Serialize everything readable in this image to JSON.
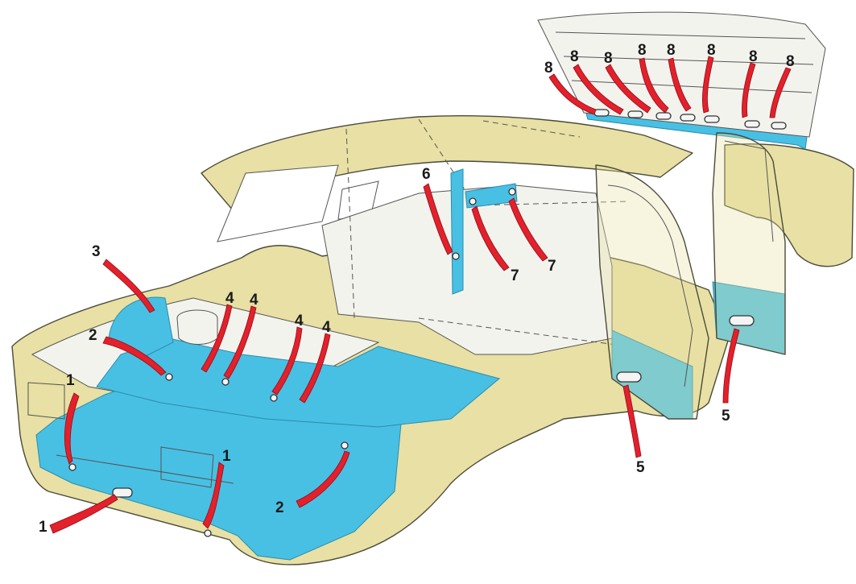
{
  "callouts": [
    {
      "id": "1a",
      "label": "1"
    },
    {
      "id": "1b",
      "label": "1"
    },
    {
      "id": "1c",
      "label": "1"
    },
    {
      "id": "2a",
      "label": "2"
    },
    {
      "id": "2b",
      "label": "2"
    },
    {
      "id": "3",
      "label": "3"
    },
    {
      "id": "4a",
      "label": "4"
    },
    {
      "id": "4b",
      "label": "4"
    },
    {
      "id": "4c",
      "label": "4"
    },
    {
      "id": "4d",
      "label": "4"
    },
    {
      "id": "5a",
      "label": "5"
    },
    {
      "id": "5b",
      "label": "5"
    },
    {
      "id": "6",
      "label": "6"
    },
    {
      "id": "7a",
      "label": "7"
    },
    {
      "id": "7b",
      "label": "7"
    },
    {
      "id": "8a",
      "label": "8"
    },
    {
      "id": "8b",
      "label": "8"
    },
    {
      "id": "8c",
      "label": "8"
    },
    {
      "id": "8d",
      "label": "8"
    },
    {
      "id": "8e",
      "label": "8"
    },
    {
      "id": "8f",
      "label": "8"
    },
    {
      "id": "8g",
      "label": "8"
    },
    {
      "id": "8h",
      "label": "8"
    }
  ],
  "colors": {
    "body_paint": "#e8e0a4",
    "treated_area": "#48c0e4",
    "arrow": "#e3202c",
    "interior": "#f3f3ee"
  }
}
